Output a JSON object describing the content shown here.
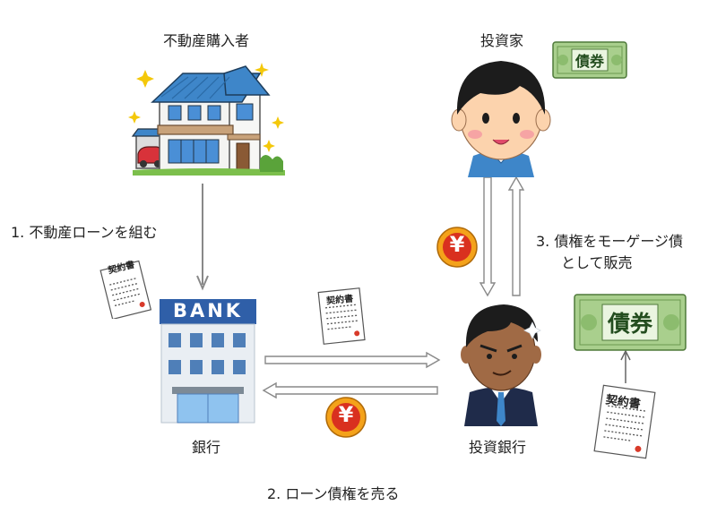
{
  "nodes": {
    "buyer": "不動産購入者",
    "investor": "投資家",
    "bank": "銀行",
    "investment_bank": "投資銀行"
  },
  "steps": {
    "step1": "1. 不動産ローンを組む",
    "step2": "2. ローン債権を売る",
    "step3_line1": "3. 債権をモーゲージ債",
    "step3_line2": "として販売"
  },
  "illustration_text": {
    "bank_sign": "BANK",
    "contract": "契約書",
    "bond": "債券",
    "yen": "¥"
  },
  "colors": {
    "arrow_stroke": "#888888",
    "bank_sign_blue": "#2f5fa8",
    "house_roof_blue": "#3e86c9",
    "coin_gold": "#f4a21a",
    "coin_red": "#d9301f",
    "bond_green": "#a9cf8d"
  }
}
